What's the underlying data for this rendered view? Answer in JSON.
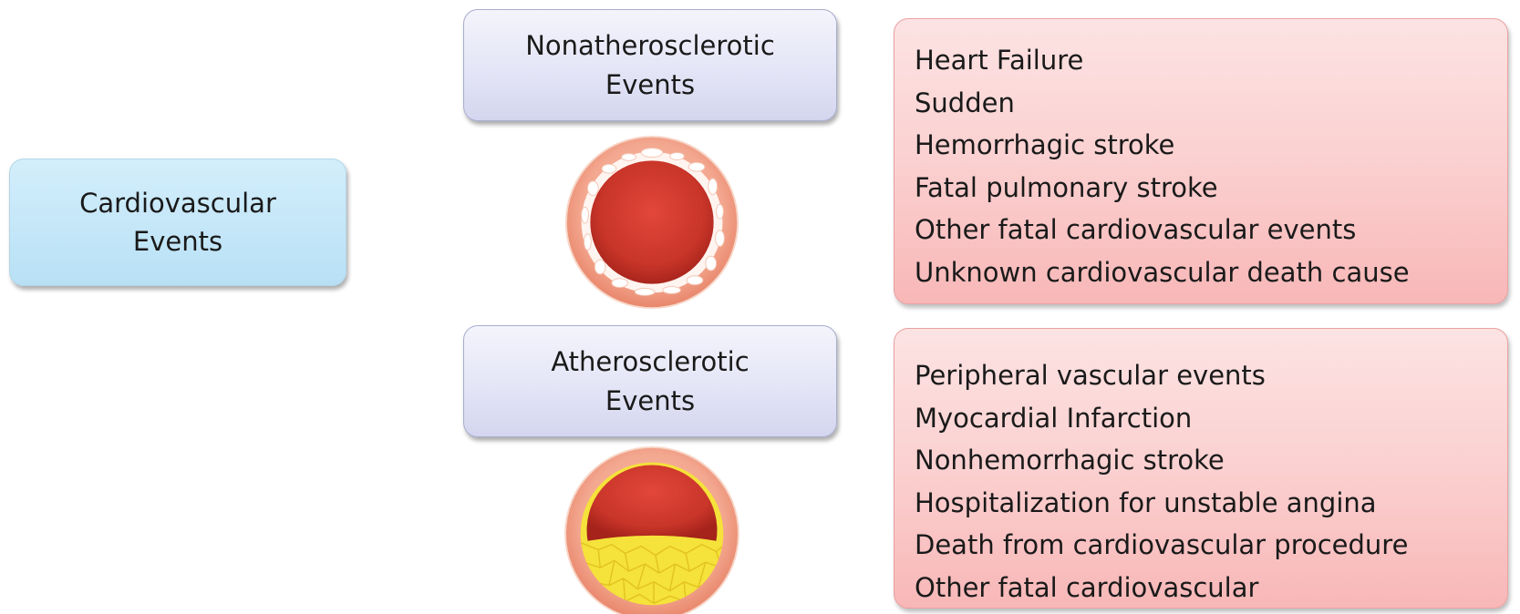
{
  "root": {
    "label_line1": "Cardiovascular",
    "label_line2": "Events"
  },
  "categories": [
    {
      "label_line1": "Nonatherosclerotic",
      "label_line2": "Events",
      "vessel_icon": "clean-artery-cross-section-icon",
      "items": [
        "Heart Failure",
        "Sudden",
        "Hemorrhagic stroke",
        "Fatal pulmonary stroke",
        "Other fatal cardiovascular events",
        "Unknown cardiovascular death cause"
      ]
    },
    {
      "label_line1": "Atherosclerotic",
      "label_line2": "Events",
      "vessel_icon": "plaque-artery-cross-section-icon",
      "items": [
        "Peripheral vascular events",
        "Myocardial Infarction",
        "Nonhemorrhagic stroke",
        "Hospitalization for unstable angina",
        "Death from cardiovascular procedure",
        "Other fatal cardiovascular"
      ]
    }
  ],
  "colors": {
    "root_box": "#c3e6f8",
    "category_box": "#e4e5f6",
    "list_box": "#fbd0d0",
    "vessel_wall": "#ef9d86",
    "lumen": "#c8392f",
    "plaque": "#f5e23a"
  }
}
